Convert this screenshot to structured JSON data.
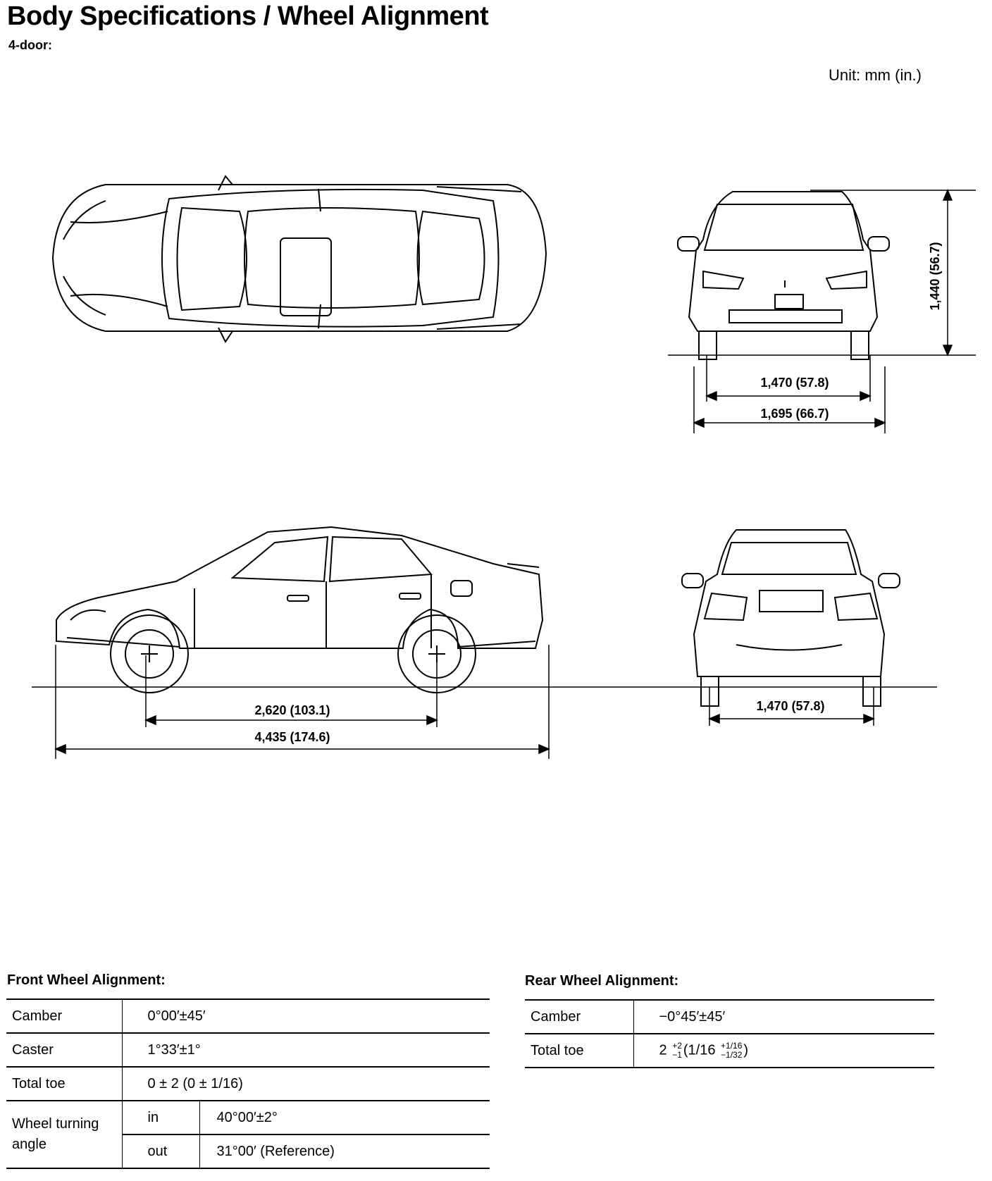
{
  "header": {
    "title": "Body Specifications / Wheel Alignment",
    "subtitle": "4-door:",
    "unit": "Unit: mm (in.)"
  },
  "dimensions": {
    "height": "1,440 (56.7)",
    "front_tread": "1,470 (57.8)",
    "overall_width": "1,695 (66.7)",
    "wheelbase": "2,620 (103.1)",
    "overall_length": "4,435 (174.6)",
    "rear_tread": "1,470 (57.8)"
  },
  "front_alignment": {
    "title": "Front Wheel Alignment:",
    "camber_label": "Camber",
    "camber_value": "0°00′±45′",
    "caster_label": "Caster",
    "caster_value": "1°33′±1°",
    "toe_label": "Total toe",
    "toe_value": "0 ± 2 (0 ± 1/16)",
    "turning_label": "Wheel turning angle",
    "in_label": "in",
    "in_value": "40°00′±2°",
    "out_label": "out",
    "out_value": "31°00′ (Reference)"
  },
  "rear_alignment": {
    "title": "Rear Wheel Alignment:",
    "camber_label": "Camber",
    "camber_value": "−0°45′±45′",
    "toe_label": "Total toe",
    "toe_main": "2",
    "toe_plus": "+2",
    "toe_minus": "−1",
    "toe_inch_main": "(1/16",
    "toe_inch_plus": "+1/16",
    "toe_inch_minus": "−1/32",
    "toe_close": ")"
  }
}
